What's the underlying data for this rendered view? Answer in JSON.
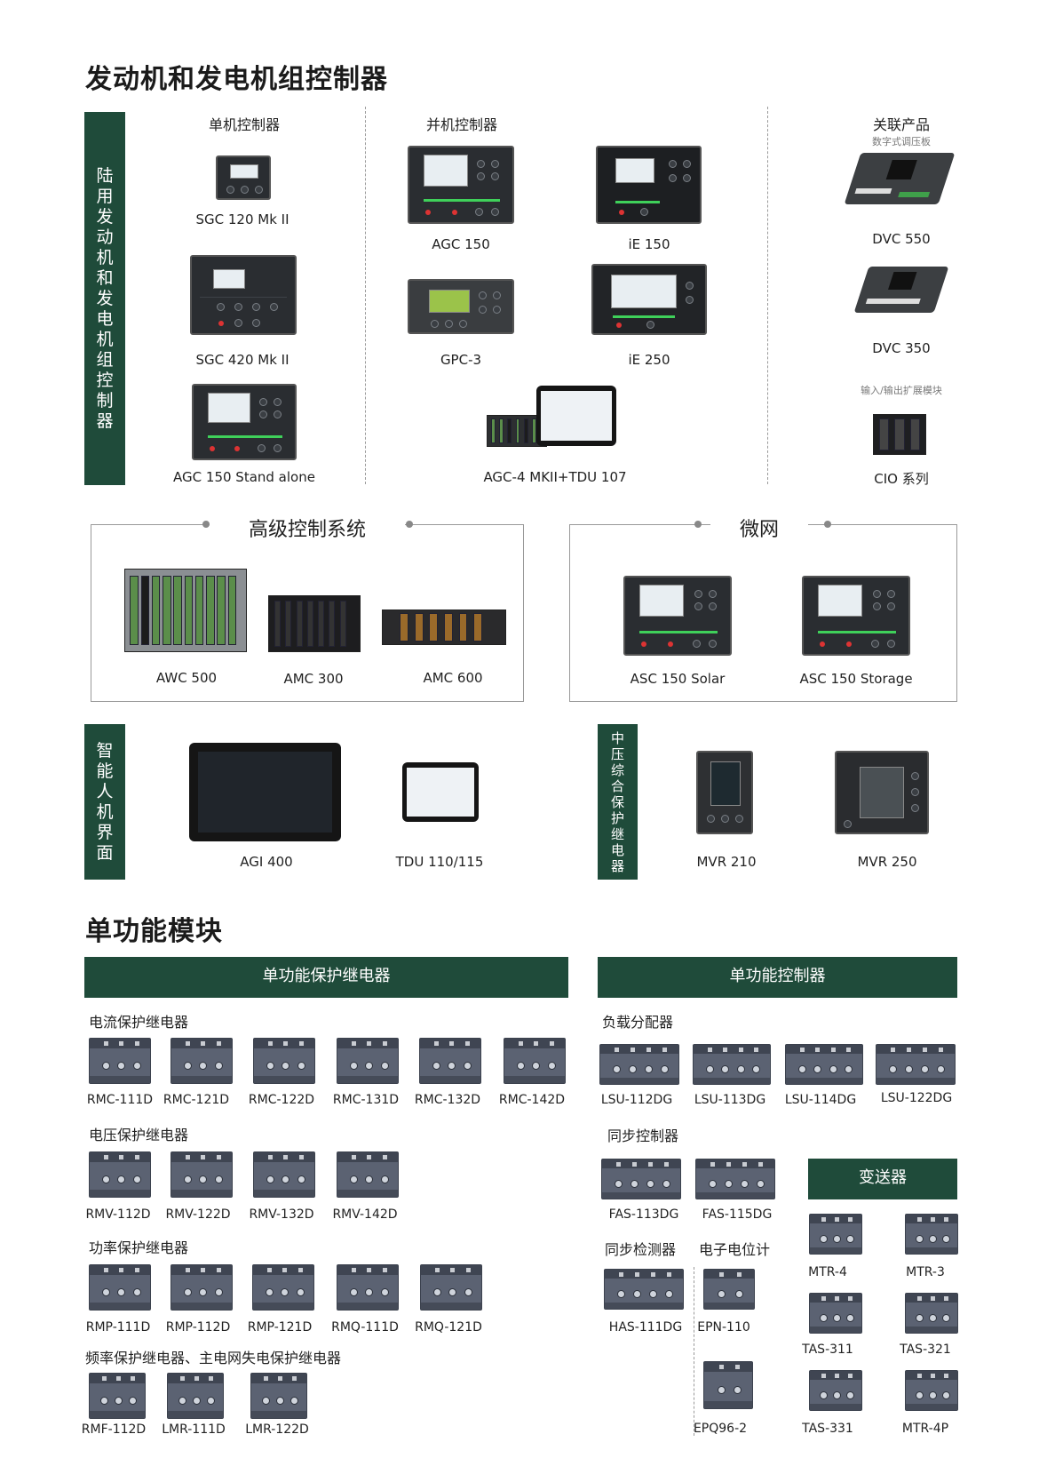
{
  "section1": {
    "title": "发动机和发电机组控制器",
    "side_label": [
      "陆",
      "用",
      "发",
      "动",
      "机",
      "和",
      "发",
      "电",
      "机",
      "组",
      "控",
      "制",
      "器"
    ],
    "col_single": "单机控制器",
    "col_parallel": "并机控制器",
    "col_related": "关联产品",
    "related_sub1": "数字式调压板",
    "related_sub2": "输入/输出扩展模块",
    "products": {
      "sgc120": "SGC 120 Mk II",
      "sgc420": "SGC 420 Mk II",
      "agc150sa": "AGC 150 Stand alone",
      "agc150": "AGC 150",
      "ie150": "iE 150",
      "gpc3": "GPC-3",
      "ie250": "iE 250",
      "agc4": "AGC-4 MKII+TDU 107",
      "dvc550": "DVC 550",
      "dvc350": "DVC 350",
      "cio": "CIO 系列"
    }
  },
  "advanced": {
    "title": "高级控制系统",
    "items": [
      "AWC 500",
      "AMC 300",
      "AMC 600"
    ]
  },
  "microgrid": {
    "title": "微网",
    "items": [
      "ASC 150 Solar",
      "ASC 150 Storage"
    ]
  },
  "hmi": {
    "side_label": [
      "智",
      "能",
      "人",
      "机",
      "界",
      "面"
    ],
    "items": [
      "AGI 400",
      "TDU 110/115"
    ]
  },
  "mv": {
    "side_label": [
      "中",
      "压",
      "综",
      "合",
      "保",
      "护",
      "继",
      "电",
      "器"
    ],
    "items": [
      "MVR 210",
      "MVR 250"
    ]
  },
  "section2": {
    "title": "单功能模块",
    "bar_relays": "单功能保护继电器",
    "bar_controllers": "单功能控制器",
    "bar_transducers": "变送器",
    "cat_current": "电流保护继电器",
    "current": [
      "RMC-111D",
      "RMC-121D",
      "RMC-122D",
      "RMC-131D",
      "RMC-132D",
      "RMC-142D"
    ],
    "cat_voltage": "电压保护继电器",
    "voltage": [
      "RMV-112D",
      "RMV-122D",
      "RMV-132D",
      "RMV-142D"
    ],
    "cat_power": "功率保护继电器",
    "power": [
      "RMP-111D",
      "RMP-112D",
      "RMP-121D",
      "RMQ-111D",
      "RMQ-121D"
    ],
    "cat_freq": "频率保护继电器、主电网失电保护继电器",
    "freq": [
      "RMF-112D",
      "LMR-111D",
      "LMR-122D"
    ],
    "cat_load": "负载分配器",
    "load": [
      "LSU-112DG",
      "LSU-113DG",
      "LSU-114DG",
      "LSU-122DG"
    ],
    "cat_sync": "同步控制器",
    "sync": [
      "FAS-113DG",
      "FAS-115DG"
    ],
    "cat_check": "同步检测器",
    "check": [
      "HAS-111DG"
    ],
    "cat_pot": "电子电位计",
    "pot": [
      "EPN-110",
      "EPQ96-2"
    ],
    "transducers": [
      "MTR-4",
      "MTR-3",
      "TAS-311",
      "TAS-321",
      "TAS-331",
      "MTR-4P"
    ]
  }
}
